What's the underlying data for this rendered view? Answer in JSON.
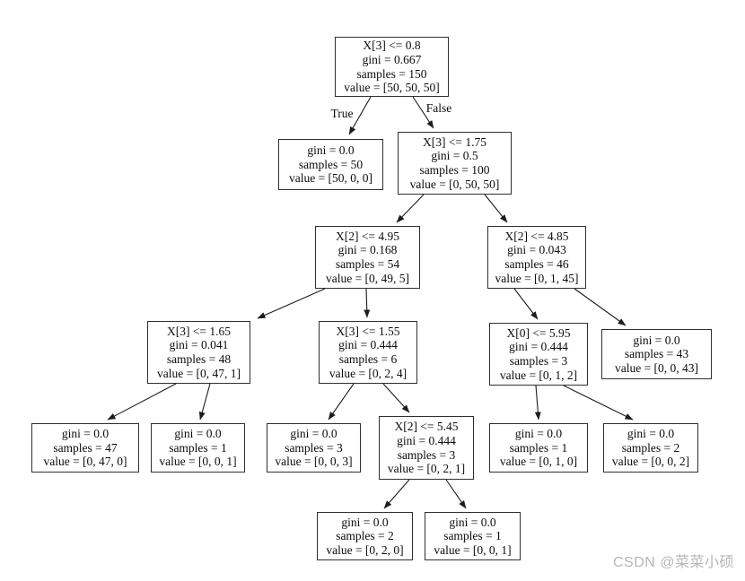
{
  "diagram": {
    "type": "decision-tree",
    "edge_labels": {
      "true_label": "True",
      "false_label": "False"
    },
    "nodes": [
      {
        "id": "root",
        "lines": [
          "X[3] <= 0.8",
          "gini = 0.667",
          "samples = 150",
          "value = [50, 50, 50]"
        ]
      },
      {
        "id": "leaf-setosa",
        "lines": [
          "gini = 0.0",
          "samples = 50",
          "value = [50, 0, 0]"
        ]
      },
      {
        "id": "split-x3-175",
        "lines": [
          "X[3] <= 1.75",
          "gini = 0.5",
          "samples = 100",
          "value = [0, 50, 50]"
        ]
      },
      {
        "id": "split-x2-495",
        "lines": [
          "X[2] <= 4.95",
          "gini = 0.168",
          "samples = 54",
          "value = [0, 49, 5]"
        ]
      },
      {
        "id": "split-x2-485",
        "lines": [
          "X[2] <= 4.85",
          "gini = 0.043",
          "samples = 46",
          "value = [0, 1, 45]"
        ]
      },
      {
        "id": "split-x3-165",
        "lines": [
          "X[3] <= 1.65",
          "gini = 0.041",
          "samples = 48",
          "value = [0, 47, 1]"
        ]
      },
      {
        "id": "split-x3-155",
        "lines": [
          "X[3] <= 1.55",
          "gini = 0.444",
          "samples = 6",
          "value = [0, 2, 4]"
        ]
      },
      {
        "id": "split-x0-595",
        "lines": [
          "X[0] <= 5.95",
          "gini = 0.444",
          "samples = 3",
          "value = [0, 1, 2]"
        ]
      },
      {
        "id": "leaf-43",
        "lines": [
          "gini = 0.0",
          "samples = 43",
          "value = [0, 0, 43]"
        ]
      },
      {
        "id": "leaf-47",
        "lines": [
          "gini = 0.0",
          "samples = 47",
          "value = [0, 47, 0]"
        ]
      },
      {
        "id": "leaf-001a",
        "lines": [
          "gini = 0.0",
          "samples = 1",
          "value = [0, 0, 1]"
        ]
      },
      {
        "id": "leaf-003",
        "lines": [
          "gini = 0.0",
          "samples = 3",
          "value = [0, 0, 3]"
        ]
      },
      {
        "id": "split-x2-545",
        "lines": [
          "X[2] <= 5.45",
          "gini = 0.444",
          "samples = 3",
          "value = [0, 2, 1]"
        ]
      },
      {
        "id": "leaf-010",
        "lines": [
          "gini = 0.0",
          "samples = 1",
          "value = [0, 1, 0]"
        ]
      },
      {
        "id": "leaf-002",
        "lines": [
          "gini = 0.0",
          "samples = 2",
          "value = [0, 0, 2]"
        ]
      },
      {
        "id": "leaf-020",
        "lines": [
          "gini = 0.0",
          "samples = 2",
          "value = [0, 2, 0]"
        ]
      },
      {
        "id": "leaf-001b",
        "lines": [
          "gini = 0.0",
          "samples = 1",
          "value = [0, 0, 1]"
        ]
      }
    ],
    "colors": {
      "background": "#ffffff",
      "node_border": "#2f2f2f",
      "node_fill": "#ffffff",
      "text": "#0d0d0d",
      "edge": "#1c1c1c",
      "watermark": "#b6b6b6"
    }
  },
  "watermark": {
    "text": "CSDN @菜菜小硕"
  }
}
